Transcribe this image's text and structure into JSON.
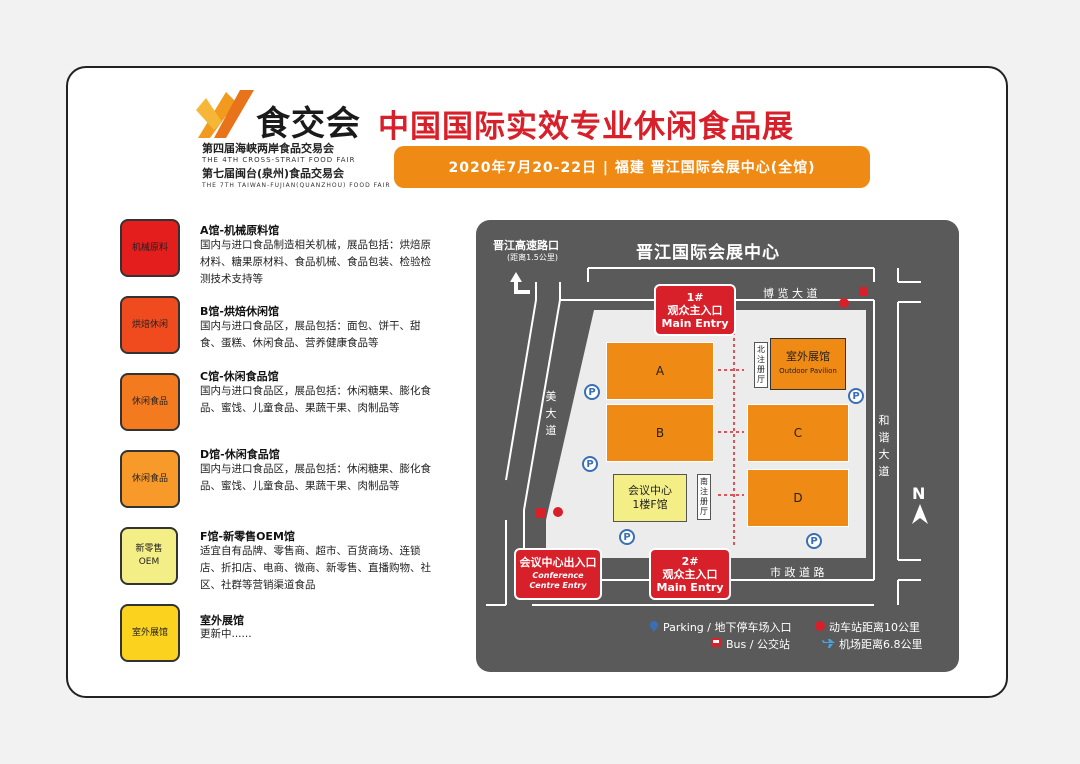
{
  "header": {
    "logo_text": "食交会",
    "fair_cn_1": "第四届海峡两岸食品交易会",
    "fair_en_1": "THE 4TH CROSS-STRAIT FOOD FAIR",
    "fair_cn_2": "第七届闽台(泉州)食品交易会",
    "fair_en_2": "THE 7TH TAIWAN-FUJIAN(QUANZHOU) FOOD FAIR",
    "title": "中国国际实效专业休闲食品展",
    "date_venue": "2020年7月20-22日  |  福建  晋江国际会展中心(全馆)"
  },
  "legend": [
    {
      "swatch": "机械原料",
      "title": "A馆-机械原料馆",
      "desc": "国内与进口食品制造相关机械，展品包括：烘焙原材料、糖果原材料、食品机械、食品包装、检验检测技术支持等",
      "color": "#e41d1d"
    },
    {
      "swatch": "烘焙休闲",
      "title": "B馆-烘焙休闲馆",
      "desc": "国内与进口食品区，展品包括：面包、饼干、甜食、蛋糕、休闲食品、营养健康食品等",
      "color": "#ef4b1e"
    },
    {
      "swatch": "休闲食品",
      "title": "C馆-休闲食品馆",
      "desc": "国内与进口食品区，展品包括：休闲糖果、膨化食品、蜜饯、儿童食品、果蔬干果、肉制品等",
      "color": "#f47a1f"
    },
    {
      "swatch": "休闲食品",
      "title": "D馆-休闲食品馆",
      "desc": "国内与进口食品区，展品包括：休闲糖果、膨化食品、蜜饯、儿童食品、果蔬干果、肉制品等",
      "color": "#f79a2a"
    },
    {
      "swatch": "新零售 OEM",
      "title": "F馆-新零售OEM馆",
      "desc": "适宜自有品牌、零售商、超市、百货商场、连锁店、折扣店、电商、微商、新零售、直播购物、社区、社群等营销渠道食品",
      "color": "#f3ee86"
    },
    {
      "swatch": "室外展馆",
      "title": "室外展馆",
      "desc": "更新中......",
      "color": "#fbd21e"
    }
  ],
  "map": {
    "title": "晋江国际会展中心",
    "highway_exit": "晋江高速路口",
    "highway_distance": "(距离1.5公里)",
    "road_north": "博 览 大 道",
    "road_south": "市 政 道 路",
    "road_west": "美大道",
    "road_east": "和谐大道",
    "compass": "N",
    "halls": {
      "a": "A",
      "b": "B",
      "c": "C",
      "d": "D"
    },
    "conference_center": "会议中心 1楼F馆",
    "outdoor_pavilion_cn": "室外展馆",
    "outdoor_pavilion_en": "Outdoor Pavilion",
    "north_registration": "北注册厅",
    "south_registration": "南注册厅",
    "entry1_num": "1#",
    "entry1_cn": "观众主入口",
    "entry1_en": "Main Entry",
    "entry2_num": "2#",
    "entry2_cn": "观众主入口",
    "entry2_en": "Main Entry",
    "conf_entry_cn": "会议中心出入口",
    "conf_entry_en": "Conference Centre Entry",
    "parking_symbol": "P",
    "legend_parking": "Parking / 地下停车场入口",
    "legend_bus": "Bus / 公交站",
    "legend_train": "动车站距离10公里",
    "legend_airport": "机场距离6.8公里"
  },
  "colors": {
    "brand_red": "#d8202a",
    "brand_orange": "#ef8a14",
    "hall_orange": "#ef8a14",
    "map_bg": "#5a5a5a",
    "parking_blue": "#3a6fb5"
  }
}
